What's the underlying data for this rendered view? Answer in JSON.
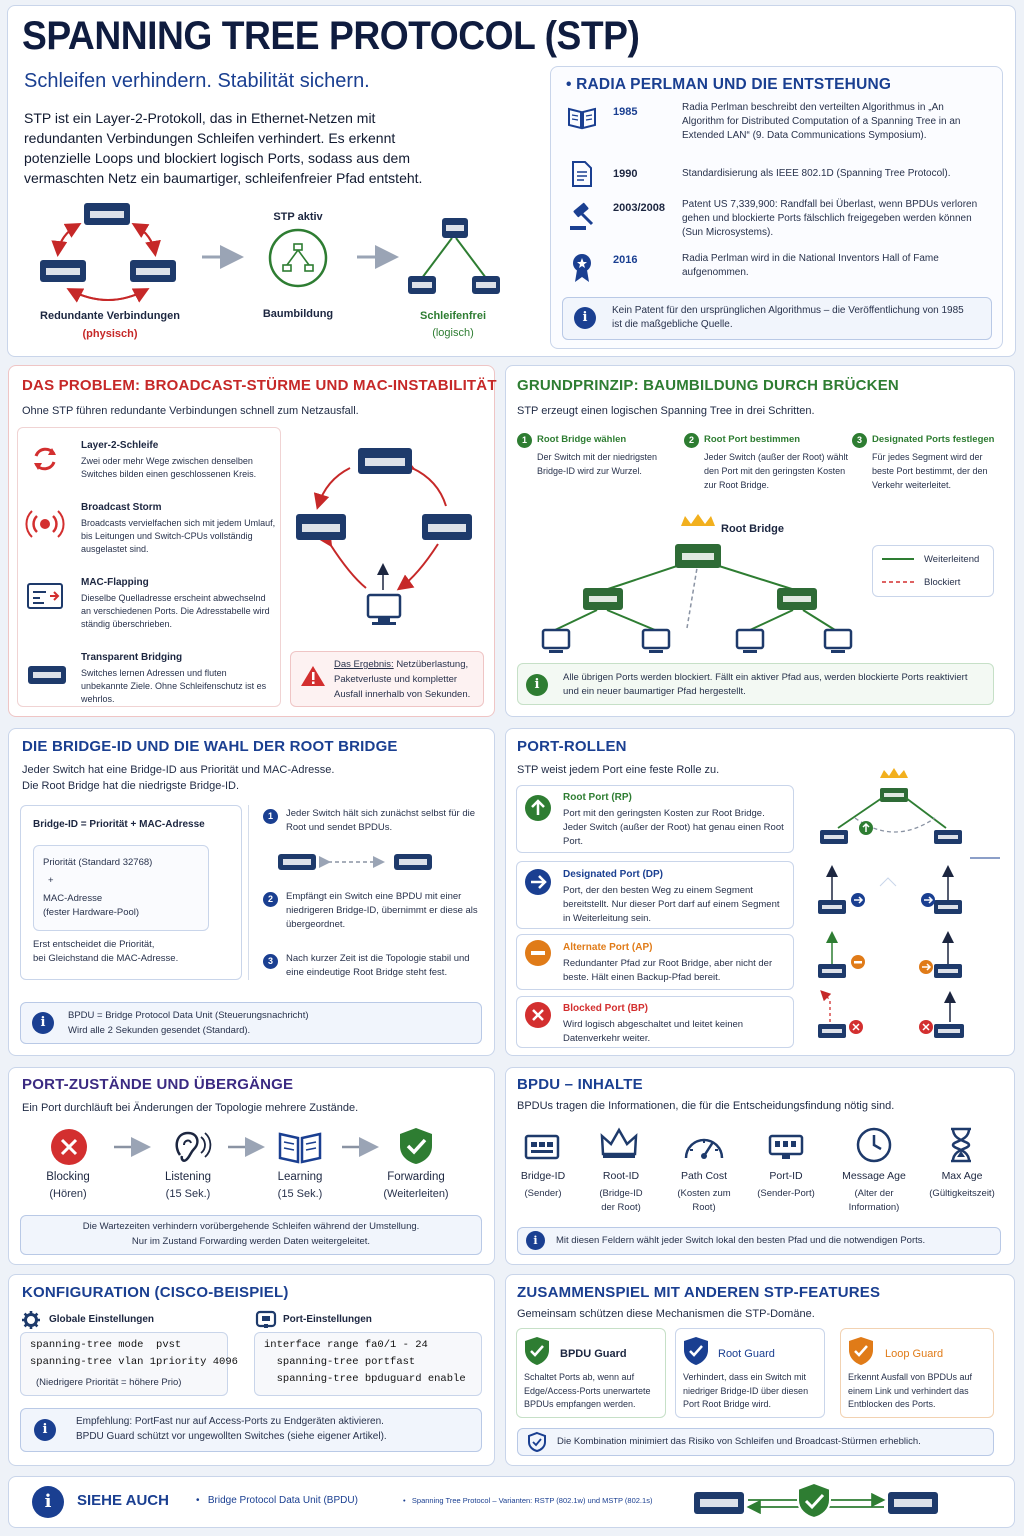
{
  "header": {
    "title": "SPANNING TREE PROTOCOL (STP)",
    "subtitle": "Schleifen verhindern. Stabilität sichern.",
    "intro": "STP ist ein Layer-2-Protokoll, das in Ethernet-Netzen mit redundanten Verbindungen Schleifen verhindert. Es erkennt potenzielle Loops und blockiert logisch Ports, sodass aus dem vermaschten Netz ein baumartiger, schleifenfreier Pfad entsteht.",
    "stp_active": "STP aktiv",
    "label_redundant": "Redundante Verbindungen",
    "label_physical": "(physisch)",
    "label_tree": "Baumbildung",
    "label_loopfree": "Schleifenfrei",
    "label_logical": "(logisch)"
  },
  "history": {
    "title": "RADIA PERLMAN UND DIE ENTSTEHUNG",
    "items": [
      {
        "year": "1985",
        "text": "Radia Perlman beschreibt den verteilten Algorithmus in „An Algorithm for Distributed Computation of a Spanning Tree in an Extended LAN“ (9. Data Communications Symposium)."
      },
      {
        "year": "1990",
        "text": "Standardisierung als IEEE 802.1D (Spanning Tree Protocol)."
      },
      {
        "year": "2003/2008",
        "text": "Patent US 7,339,900: Randfall bei Überlast, wenn BPDUs verloren gehen und blockierte Ports fälschlich freigegeben werden können (Sun Microsystems)."
      },
      {
        "year": "2016",
        "text": "Radia Perlman wird in die National Inventors Hall of Fame aufgenommen."
      }
    ],
    "note": "Kein Patent für den ursprünglichen Algorithmus – die Veröffentlichung von 1985 ist die maßgebliche Quelle."
  },
  "problem": {
    "title": "DAS PROBLEM: BROADCAST-STÜRME UND MAC-INSTABILITÄT",
    "sub": "Ohne STP führen redundante Verbindungen schnell zum Netzausfall.",
    "items": [
      {
        "title": "Layer-2-Schleife",
        "text": "Zwei oder mehr Wege zwischen denselben Switches bilden einen geschlossenen Kreis."
      },
      {
        "title": "Broadcast Storm",
        "text": "Broadcasts vervielfachen sich mit jedem Umlauf, bis Leitungen und Switch-CPUs vollständig ausgelastet sind."
      },
      {
        "title": "MAC-Flapping",
        "text": "Dieselbe Quelladresse erscheint abwechselnd an verschiedenen Ports. Die Adresstabelle wird ständig überschrieben."
      },
      {
        "title": "Transparent Bridging",
        "text": "Switches lernen Adressen und fluten unbekannte Ziele. Ohne Schleifenschutz ist es wehrlos."
      }
    ],
    "result_label": "Das Ergebnis:",
    "result_text": "Netzüberlastung, Paketverluste und kompletter Ausfall innerhalb von Sekunden."
  },
  "principle": {
    "title": "GRUNDPRINZIP: BAUMBILDUNG DURCH BRÜCKEN",
    "sub": "STP erzeugt einen logischen Spanning Tree in drei Schritten.",
    "steps": [
      {
        "n": "1",
        "title": "Root Bridge wählen",
        "text": "Der Switch mit der niedrigsten Bridge-ID wird zur Wurzel."
      },
      {
        "n": "2",
        "title": "Root Port bestimmen",
        "text": "Jeder Switch (außer der Root) wählt den Port mit den geringsten Kosten zur Root Bridge."
      },
      {
        "n": "3",
        "title": "Designated Ports festlegen",
        "text": "Für jedes Segment wird der beste Port bestimmt, der den Verkehr weiterleitet."
      }
    ],
    "root_label": "Root Bridge",
    "legend_fwd": "Weiterleitend",
    "legend_blk": "Blockiert",
    "note": "Alle übrigen Ports werden blockiert. Fällt ein aktiver Pfad aus, werden blockierte Ports reaktiviert und ein neuer baumartiger Pfad hergestellt."
  },
  "bridgeid": {
    "title": "DIE BRIDGE-ID UND DIE WAHL DER ROOT BRIDGE",
    "sub1": "Jeder Switch hat eine Bridge-ID aus Priorität und MAC-Adresse.",
    "sub2": "Die Root Bridge hat die niedrigste Bridge-ID.",
    "formula": "Bridge-ID = Priorität + MAC-Adresse",
    "prio": "Priorität (Standard 32768)",
    "plus": "+",
    "mac": "MAC-Adresse",
    "mac2": "(fester Hardware-Pool)",
    "decide1": "Erst entscheidet die Priorität,",
    "decide2": "bei Gleichstand die MAC-Adresse.",
    "steps": [
      {
        "n": "1",
        "text": "Jeder Switch hält sich zunächst selbst für die Root und sendet BPDUs."
      },
      {
        "n": "2",
        "text": "Empfängt ein Switch eine BPDU mit einer niedrigeren Bridge-ID, übernimmt er diese als übergeordnet."
      },
      {
        "n": "3",
        "text": "Nach kurzer Zeit ist die Topologie stabil und eine eindeutige Root Bridge steht fest."
      }
    ],
    "note1": "BPDU = Bridge Protocol Data Unit (Steuerungsnachricht)",
    "note2": "Wird alle 2 Sekunden gesendet (Standard)."
  },
  "roles": {
    "title": "PORT-ROLLEN",
    "sub": "STP weist jedem Port eine feste Rolle zu.",
    "items": [
      {
        "title": "Root Port (RP)",
        "text": "Port mit den geringsten Kosten zur Root Bridge. Jeder Switch (außer der Root) hat genau einen Root Port.",
        "color": "#2e7d32"
      },
      {
        "title": "Designated Port (DP)",
        "text": "Port, der den besten Weg zu einem Segment bereitstellt. Nur dieser Port darf auf einem Segment in Weiterleitung sein.",
        "color": "#1a3f91"
      },
      {
        "title": "Alternate Port (AP)",
        "text": "Redundanter Pfad zur Root Bridge, aber nicht der beste. Hält einen Backup-Pfad bereit.",
        "color": "#e07b18"
      },
      {
        "title": "Blocked Port (BP)",
        "text": "Wird logisch abgeschaltet und leitet keinen Datenverkehr weiter.",
        "color": "#d32f2f"
      }
    ]
  },
  "states": {
    "title": "PORT-ZUSTÄNDE UND ÜBERGÄNGE",
    "sub": "Ein Port durchläuft bei Änderungen der Topologie mehrere Zustände.",
    "items": [
      {
        "name": "Blocking",
        "detail": "(Hören)"
      },
      {
        "name": "Listening",
        "detail": "(15 Sek.)"
      },
      {
        "name": "Learning",
        "detail": "(15 Sek.)"
      },
      {
        "name": "Forwarding",
        "detail": "(Weiterleiten)"
      }
    ],
    "note1": "Die Wartezeiten verhindern vorübergehende Schleifen während der Umstellung.",
    "note2": "Nur im Zustand Forwarding werden Daten weitergeleitet."
  },
  "bpdu": {
    "title": "BPDU – INHALTE",
    "sub": "BPDUs tragen die Informationen, die für die Entscheidungsfindung nötig sind.",
    "fields": [
      {
        "name": "Bridge-ID",
        "d1": "(Sender)",
        "d2": ""
      },
      {
        "name": "Root-ID",
        "d1": "(Bridge-ID",
        "d2": "der Root)"
      },
      {
        "name": "Path Cost",
        "d1": "(Kosten zum",
        "d2": "Root)"
      },
      {
        "name": "Port-ID",
        "d1": "(Sender-Port)",
        "d2": ""
      },
      {
        "name": "Message Age",
        "d1": "(Alter der",
        "d2": "Information)"
      },
      {
        "name": "Max Age",
        "d1": "(Gültigkeitszeit)",
        "d2": ""
      }
    ],
    "note": "Mit diesen Feldern wählt jeder Switch lokal den besten Pfad und die notwendigen Ports."
  },
  "config": {
    "title": "KONFIGURATION (CISCO-BEISPIEL)",
    "global_title": "Globale Einstellungen",
    "port_title": "Port-Einstellungen",
    "global_l1": "spanning-tree mode  pvst",
    "global_l2": "spanning-tree vlan 1priority 4096",
    "global_note": "(Niedrigere Priorität = höhere Prio)",
    "port_l1": "interface range fa0/1 - 24",
    "port_l2": "  spanning-tree portfast",
    "port_l3": "  spanning-tree bpduguard enable",
    "note1": "Empfehlung: PortFast nur auf Access-Ports zu Endgeräten aktivieren.",
    "note2": "BPDU Guard schützt vor ungewollten Switches (siehe eigener Artikel)."
  },
  "features": {
    "title": "ZUSAMMENSPIEL MIT ANDEREN STP-FEATURES",
    "sub": "Gemeinsam schützen diese Mechanismen die STP-Domäne.",
    "items": [
      {
        "name": "BPDU Guard",
        "text": "Schaltet Ports ab, wenn auf Edge/Access-Ports unerwartete BPDUs empfangen werden.",
        "color": "#2e7d32"
      },
      {
        "name": "Root Guard",
        "text": "Verhindert, dass ein Switch mit niedriger Bridge-ID über diesen Port Root Bridge wird.",
        "color": "#1a3f91"
      },
      {
        "name": "Loop Guard",
        "text": "Erkennt Ausfall von BPDUs auf einem Link und verhindert das Entblocken des Ports.",
        "color": "#e07b18"
      }
    ],
    "note": "Die Kombination minimiert das Risiko von Schleifen und Broadcast-Stürmen erheblich."
  },
  "seealso": {
    "title": "SIEHE AUCH",
    "l1": "Bridge Protocol Data Unit (BPDU)",
    "l2": "Spanning Tree Protocol – Varianten: RSTP (802.1w) und MSTP (802.1s)"
  }
}
